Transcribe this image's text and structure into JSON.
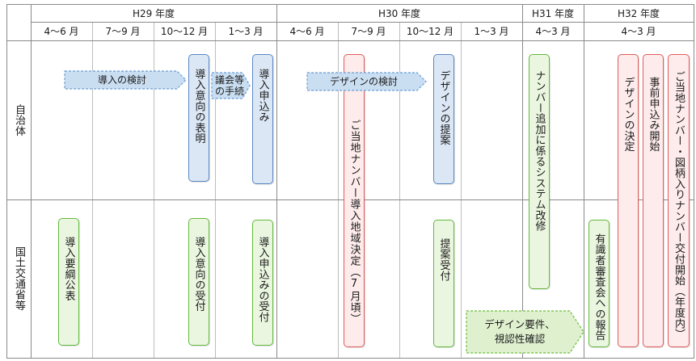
{
  "header": {
    "years": [
      "H29 年度",
      "H30 年度",
      "H31 年度",
      "H32 年度"
    ],
    "periods": [
      "4～6 月",
      "7～9 月",
      "10～12 月",
      "1～3 月",
      "4～6 月",
      "7～9 月",
      "10～12 月",
      "1～3 月",
      "4～3 月",
      "4～3 月"
    ]
  },
  "rows": {
    "municipality": "自治体",
    "mlit": "国土交通省等"
  },
  "municipality": {
    "introduction_study": "導入の検討",
    "intent_statement": "導入意向の表明",
    "council_procedure": [
      "議会等",
      "の手続"
    ],
    "application": "導入申込み",
    "design_study": "デザインの検討",
    "design_proposal": "デザインの提案",
    "system_upgrade": "ナンバー追加に係るシステム改修"
  },
  "milestones": {
    "region_decision": "ご当地ナンバー導入地域決定（7月頃）",
    "design_decision": "デザインの決定",
    "pre_application_start": "事前申込み開始",
    "issuance_start": "ご当地ナンバー・図柄入りナンバー交付開始（年度内）"
  },
  "mlit": {
    "guidelines_published": "導入要綱公表",
    "intent_reception": "導入意向の受付",
    "application_reception": "導入申込みの受付",
    "proposal_reception": "提案受付",
    "design_requirements_check": [
      "デザイン要件、",
      "視認性確認"
    ],
    "committee_report": "有識者審査会への報告"
  },
  "colors": {
    "blue_fill": "#dbe7f5",
    "blue_stroke": "#5a86c2",
    "green_fill": "#ebf6e0",
    "green_stroke": "#62b83c",
    "red_fill": "#fdeceb",
    "red_stroke": "#e15b5b",
    "blue_arrow_fill": "#cadef2",
    "blue_arrow_stroke": "#6b9ed3",
    "green_arrow_fill": "#dff0cf",
    "green_arrow_stroke": "#6dbd3f"
  }
}
